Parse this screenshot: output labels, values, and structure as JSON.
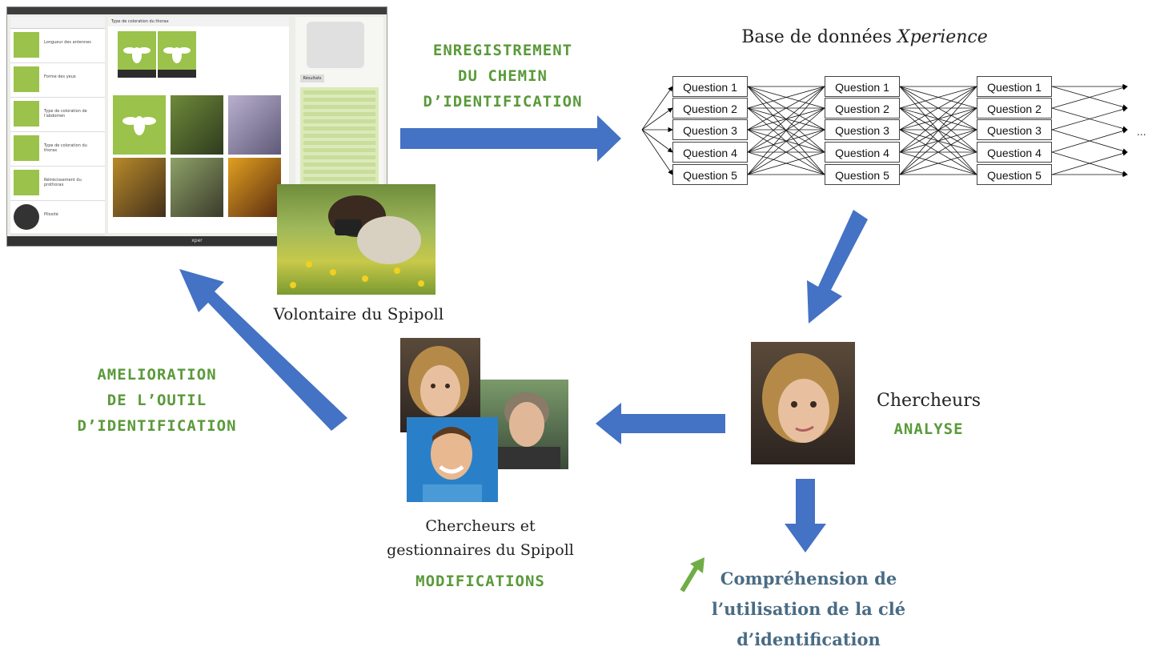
{
  "labels": {
    "enregistrement": [
      "ENREGISTREMENT",
      "DU CHEMIN",
      "D’IDENTIFICATION"
    ],
    "base_title": "Base de données ",
    "base_title_em": "Xperience",
    "volontaire": "Volontaire du Spipoll",
    "amelioration": [
      "AMELIORATION",
      "DE L’OUTIL",
      "D’IDENTIFICATION"
    ],
    "chercheurs": "Chercheurs",
    "analyse": "ANALYSE",
    "chercheurs_gest": [
      "Chercheurs et",
      "gestionnaires du Spipoll"
    ],
    "modifications": "MODIFICATIONS",
    "comprehension": [
      "Compréhension de",
      "l’utilisation de la clé",
      "d’identification"
    ]
  },
  "questions": [
    "Question 1",
    "Question 2",
    "Question 3",
    "Question 4",
    "Question 5"
  ],
  "ellipsis": "...",
  "app": {
    "footer_logo": "xper",
    "left_items": [
      "Longueur des antennes",
      "Forme des yeux",
      "Type de coloration de l'abdomen",
      "Type de coloration du thorax",
      "Rétrécissement du prothorax",
      "Pilosité"
    ],
    "center_title": "Type de coloration du thorax",
    "right_button": "Résultats"
  },
  "colors": {
    "arrow": "#4472c4",
    "green_label": "#5a9a3a",
    "comprehension": "#4a6c84",
    "green_arrow": "#70ad47"
  }
}
